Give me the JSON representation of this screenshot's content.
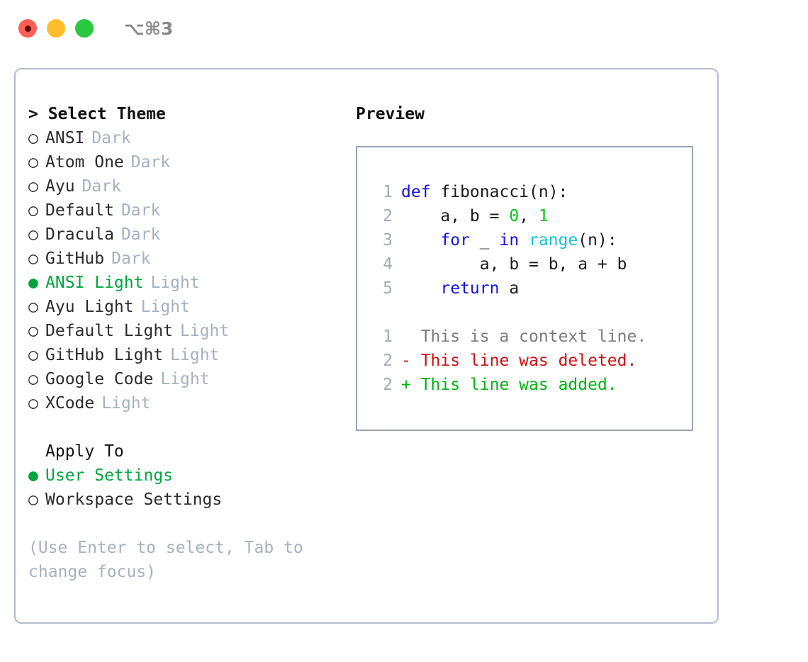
{
  "window": {
    "traffic_lights": [
      "close-red",
      "minimize-yellow",
      "maximize-green"
    ],
    "shortcut": "⌥⌘3",
    "colors": {
      "accent_green": "#00a63c",
      "badge_gray": "#a7b1c0",
      "panel_border": "#b4bdca",
      "preview_border": "#98a4b5",
      "keyword_blue": "#1414e6",
      "function_cyan": "#18c3d6",
      "number_green": "#00cc11",
      "diff_delete_red": "#cc1111",
      "diff_add_green": "#00b511"
    }
  },
  "theme_panel": {
    "title": "> Select Theme",
    "themes": [
      {
        "bullet": "○",
        "name": "ANSI",
        "badge": "Dark",
        "selected": false
      },
      {
        "bullet": "○",
        "name": "Atom One",
        "badge": "Dark",
        "selected": false
      },
      {
        "bullet": "○",
        "name": "Ayu",
        "badge": "Dark",
        "selected": false
      },
      {
        "bullet": "○",
        "name": "Default",
        "badge": "Dark",
        "selected": false
      },
      {
        "bullet": "○",
        "name": "Dracula",
        "badge": "Dark",
        "selected": false
      },
      {
        "bullet": "○",
        "name": "GitHub",
        "badge": "Dark",
        "selected": false
      },
      {
        "bullet": "●",
        "name": "ANSI Light",
        "badge": "Light",
        "selected": true
      },
      {
        "bullet": "○",
        "name": "Ayu Light",
        "badge": "Light",
        "selected": false
      },
      {
        "bullet": "○",
        "name": "Default Light",
        "badge": "Light",
        "selected": false
      },
      {
        "bullet": "○",
        "name": "GitHub Light",
        "badge": "Light",
        "selected": false
      },
      {
        "bullet": "○",
        "name": "Google Code",
        "badge": "Light",
        "selected": false
      },
      {
        "bullet": "○",
        "name": "XCode",
        "badge": "Light",
        "selected": false
      }
    ]
  },
  "apply_to": {
    "title": "Apply To",
    "options": [
      {
        "bullet": "●",
        "label": "User Settings",
        "selected": true
      },
      {
        "bullet": "○",
        "label": "Workspace Settings",
        "selected": false
      }
    ]
  },
  "hint": "(Use Enter to select, Tab to change focus)",
  "preview": {
    "title": "Preview",
    "code_lines": [
      {
        "no": "1",
        "tokens": [
          {
            "t": "def ",
            "c": "kw"
          },
          {
            "t": "fibonacci(n):",
            "c": "txt"
          }
        ]
      },
      {
        "no": "2",
        "tokens": [
          {
            "t": "    a, b = ",
            "c": "txt"
          },
          {
            "t": "0",
            "c": "num"
          },
          {
            "t": ", ",
            "c": "txt"
          },
          {
            "t": "1",
            "c": "num"
          }
        ]
      },
      {
        "no": "3",
        "tokens": [
          {
            "t": "    ",
            "c": "txt"
          },
          {
            "t": "for",
            "c": "kw"
          },
          {
            "t": " _ ",
            "c": "txt"
          },
          {
            "t": "in",
            "c": "kw"
          },
          {
            "t": " ",
            "c": "txt"
          },
          {
            "t": "range",
            "c": "fn"
          },
          {
            "t": "(n):",
            "c": "txt"
          }
        ]
      },
      {
        "no": "4",
        "tokens": [
          {
            "t": "        a, b = b, a + b",
            "c": "txt"
          }
        ]
      },
      {
        "no": "5",
        "tokens": [
          {
            "t": "    ",
            "c": "txt"
          },
          {
            "t": "return",
            "c": "kw"
          },
          {
            "t": " a",
            "c": "txt"
          }
        ]
      }
    ],
    "diff_lines": [
      {
        "no": "1",
        "marker": "  ",
        "text": "This is a context line.",
        "kind": "ctx"
      },
      {
        "no": "2",
        "marker": "- ",
        "text": "This line was deleted.",
        "kind": "del"
      },
      {
        "no": "2",
        "marker": "+ ",
        "text": "This line was added.",
        "kind": "add"
      }
    ]
  }
}
